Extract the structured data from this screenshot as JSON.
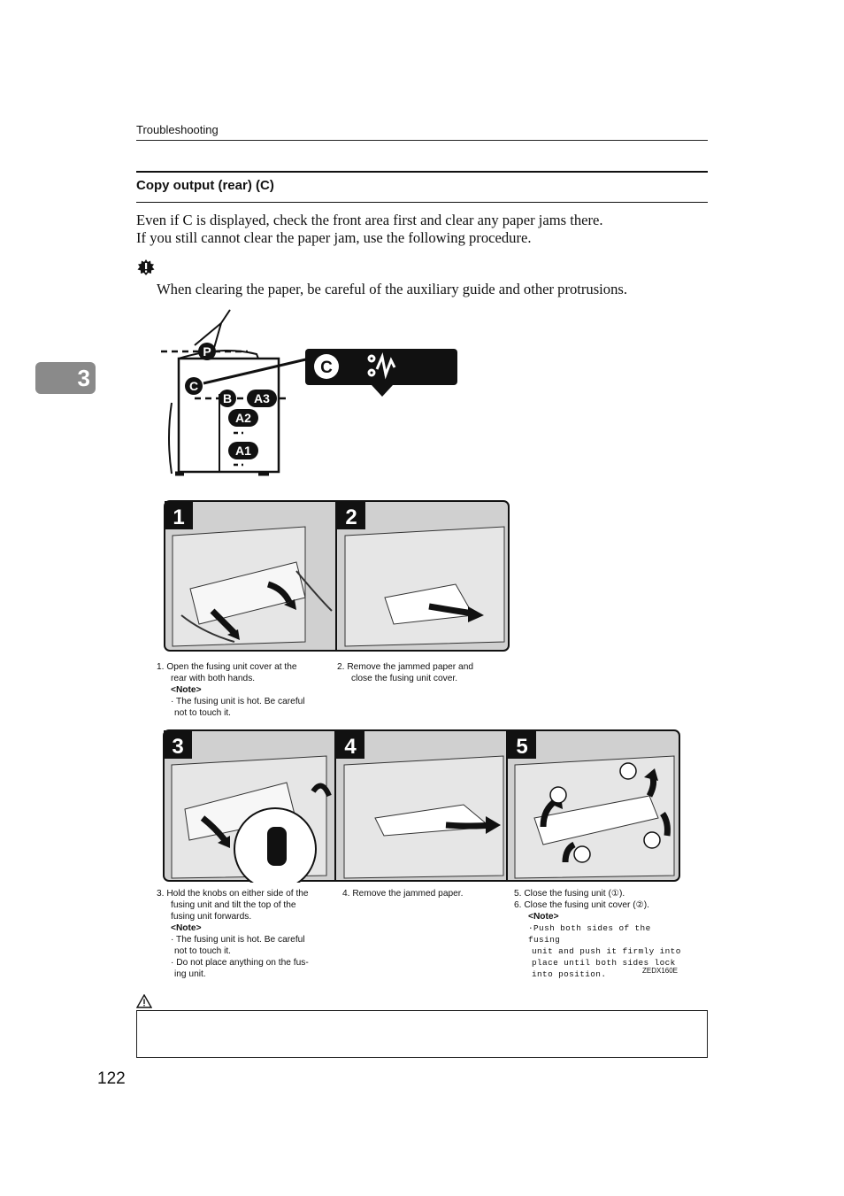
{
  "header": {
    "section": "Troubleshooting"
  },
  "chapter_tab": "3",
  "section": {
    "title": "Copy output (rear) (C)"
  },
  "intro": {
    "line1": "Even if C is displayed, check the front area first and clear any paper jams there.",
    "line2": "If you still cannot clear the paper jam, use the following procedure."
  },
  "important": {
    "text": "When clearing the paper, be careful of the auxiliary guide and other protrusions."
  },
  "diagram": {
    "labels": [
      "P",
      "C",
      "B",
      "A3",
      "A2",
      "A1"
    ],
    "panel_label": "C"
  },
  "steps": [
    {
      "number": "1"
    },
    {
      "number": "2"
    },
    {
      "number": "3"
    },
    {
      "number": "4"
    },
    {
      "number": "5"
    }
  ],
  "captions": {
    "step1": {
      "line1": "1. Open the fusing unit cover at the",
      "line2": "rear with both hands.",
      "note": "<Note>",
      "note1": "· The fusing unit is hot. Be careful",
      "note2": "not to touch it."
    },
    "step2": {
      "line1": "2. Remove the jammed paper and",
      "line2": "close the fusing unit cover."
    },
    "step3": {
      "line1": "3. Hold the knobs on either side of the",
      "line2": "fusing unit and tilt the top of the",
      "line3": "fusing unit forwards.",
      "note": "<Note>",
      "note1": "· The fusing unit is hot. Be careful",
      "note2": "not to touch it.",
      "note3": "· Do not place anything on the fus-",
      "note4": "ing unit."
    },
    "step4": {
      "line1": "4. Remove the jammed paper."
    },
    "step5": {
      "line1": "5. Close the fusing unit (①).",
      "line2": "6. Close the fusing unit cover (②).",
      "note": "<Note>",
      "note1": "·Push both sides of the fusing",
      "note2": "unit and push it firmly into",
      "note3": "place until both sides lock",
      "note4": "into position."
    }
  },
  "figure_code": "ZEDX160E",
  "page_number": "122"
}
